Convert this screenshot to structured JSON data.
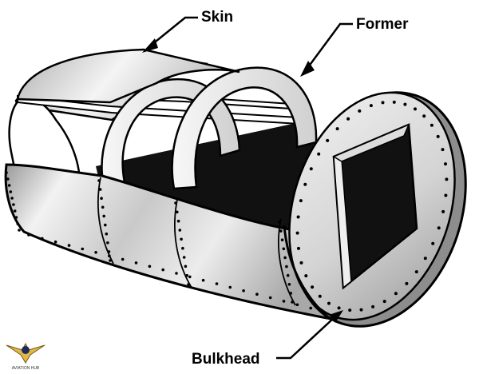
{
  "labels": {
    "skin": "Skin",
    "former": "Former",
    "bulkhead": "Bulkhead"
  },
  "watermark": {
    "text": "AVIATION HUB"
  },
  "colors": {
    "metal_light": "#e6e6e6",
    "metal_mid": "#bdbdbd",
    "metal_dark": "#8f8f8f",
    "interior": "#111111",
    "outline": "#000000",
    "rivet": "#000000"
  }
}
